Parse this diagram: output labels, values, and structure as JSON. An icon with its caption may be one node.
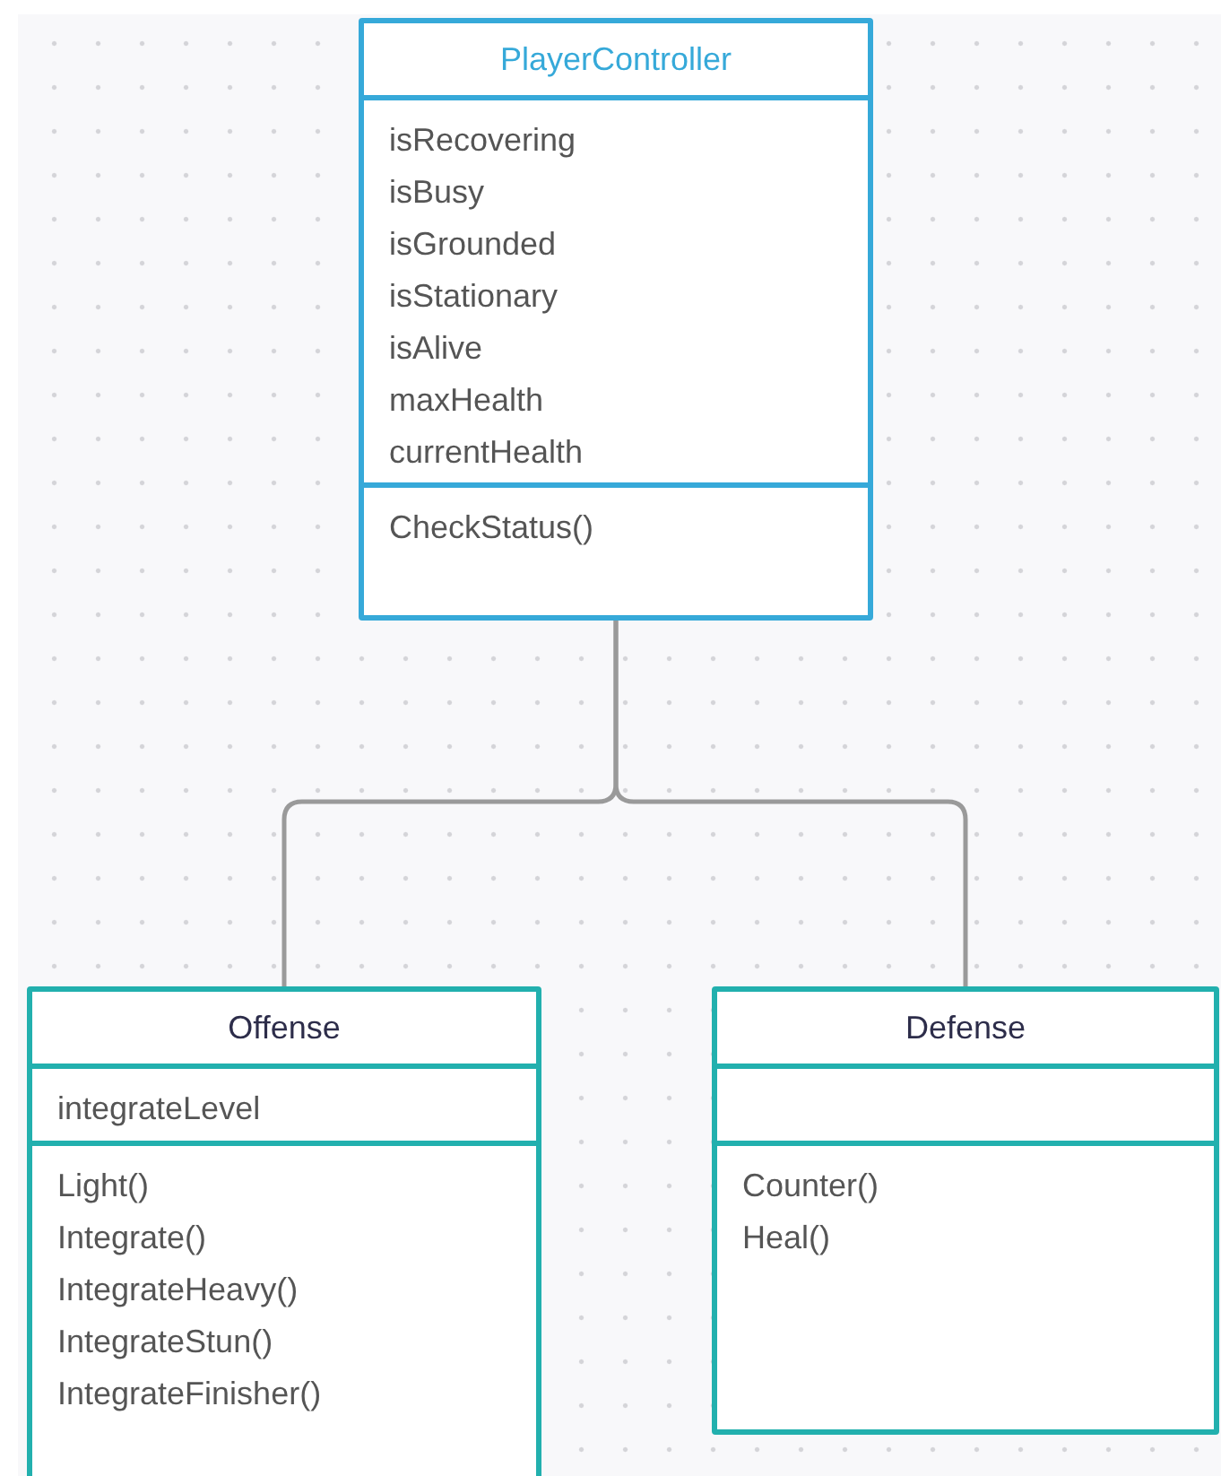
{
  "diagram": {
    "nodes": [
      {
        "text": [
          "PlayerController",
          "isRecovering",
          "isBusy",
          "isGrounded",
          "isStationary",
          "isAlive",
          "maxHealth",
          "currentHealth",
          "CheckStatus()"
        ]
      },
      {
        "text": [
          "Offense",
          "integrateLevel",
          "Light()",
          "Integrate()",
          "IntegrateHeavy()",
          "IntegrateStun()",
          "IntegrateFinisher()"
        ]
      },
      {
        "text": [
          "Defense",
          "Counter()",
          "Heal()"
        ]
      }
    ],
    "edges": [
      {
        "from": 0,
        "to": 1,
        "arrow": "none"
      },
      {
        "from": 0,
        "to": 2,
        "arrow": "none"
      }
    ]
  }
}
